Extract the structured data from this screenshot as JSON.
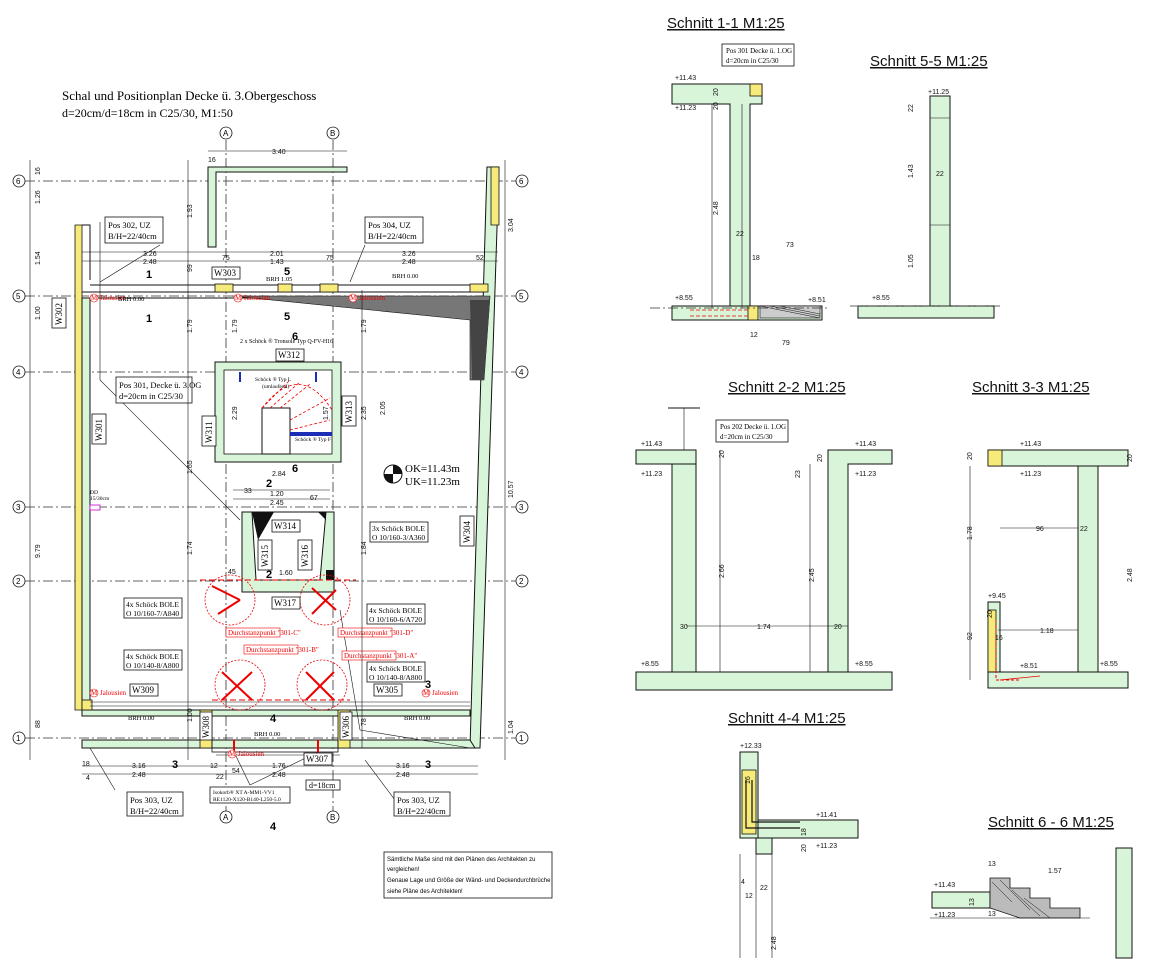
{
  "plan": {
    "title": "Schal und Positionplan Decke ü. 3.Obergeschoss",
    "subtitle": "d=20cm/d=18cm in C25/30, M1:50",
    "axes_letters": [
      "A",
      "B"
    ],
    "axes_numbers": [
      "6",
      "5",
      "4",
      "3",
      "2",
      "1"
    ],
    "walls": [
      "W302",
      "W301",
      "W303",
      "W312",
      "W311",
      "W313",
      "W314",
      "W315",
      "W316",
      "W317",
      "W304",
      "W309",
      "W305",
      "W308",
      "W306",
      "W307"
    ],
    "pos_labels": {
      "p302": "Pos 302, UZ",
      "p302b": "B/H=22/40cm",
      "p304": "Pos 304, UZ",
      "p304b": "B/H=22/40cm",
      "p301": "Pos 301, Decke ü. 3.OG",
      "p301b": "d=20cm in C25/30",
      "p303a": "Pos 303, UZ",
      "p303ab": "B/H=22/40cm",
      "p303b": "Pos 303, UZ",
      "p303bb": "B/H=22/40cm"
    },
    "heights": {
      "ok": "OK=11.43m",
      "uk": "UK=11.23m"
    },
    "schoeck": {
      "a": "3x Schöck BOLE",
      "ab": "O 10/160-3/A360",
      "b": "4x Schöck BOLE",
      "bb": "O 10/160-7/A840",
      "c": "4x Schöck BOLE",
      "cb": "O 10/160-6/A720",
      "d": "4x Schöck BOLE",
      "db": "O 10/140-8/A800",
      "e": "4x Schöck BOLE",
      "eb": "O 10/140-8/A800",
      "tronsole": "2 x Schöck ® Tronsole Typ Q-FV-H16",
      "typL": "Schöck ® Typ L",
      "typL2": "(umlaufend)",
      "typF": "Schöck ® Typ F",
      "isokorb1": "Isokorb® XT A-MM1-VV1",
      "isokorb2": "RE1120-X120-B140-L250-5.0"
    },
    "punch": [
      "Durchstanzpunkt \"301-C\"",
      "Durchstanzpunkt \"301-D\"",
      "Durchstanzpunkt \"301-B\"",
      "Durchstanzpunkt \"301-A\""
    ],
    "misc": {
      "jalousien": "Jalousien",
      "m": "M",
      "brh1": "BRH 0.00",
      "brh2": "BRH 1.05",
      "brh3": "BRH 0.00",
      "d18": "d=18cm",
      "dd": "DD",
      "dd2": "15/30cm"
    },
    "dims": {
      "d340": "3.40",
      "d201": "2.01",
      "d143": "1.43",
      "d326a": "3.26",
      "d248a": "2.48",
      "d326b": "3.26",
      "d248b": "2.48",
      "d75a": "75",
      "d75b": "75",
      "d52": "52",
      "d99": "99",
      "d193": "1.93",
      "d179a": "1.79",
      "d179b": "1.79",
      "d179c": "1.79",
      "d284": "2.84",
      "d120": "1.20",
      "d245": "2.45",
      "d33": "33",
      "d67": "67",
      "d229": "2.29",
      "d235": "2.35",
      "d205": "2.05",
      "d157": "1.57",
      "d174": "1.74",
      "d184": "1.84",
      "d165": "1.65",
      "d160": "1.60",
      "d316a": "3.16",
      "d316b": "3.16",
      "d248c": "2.48",
      "d248d": "2.48",
      "d248e": "2.48",
      "d176": "1.76",
      "d54": "54",
      "d12": "12",
      "d22": "22",
      "d18": "18",
      "d4": "4",
      "d16": "16",
      "d979": "9.79",
      "d1057": "10.57",
      "d304": "3.04",
      "d126": "1.26",
      "d154": "1.54",
      "d100a": "1.00",
      "d100b": "1.00",
      "d88": "88",
      "d104": "1.04",
      "d78": "78",
      "d45": "45"
    },
    "note": {
      "l1": "Sämtliche Maße sind mit den Plänen des Architekten zu",
      "l2": "vergleichen!",
      "l3": "Genaue Lage und Größe der Wänd- und Deckendurchbrüche",
      "l4": "siehe Pläne des Architekten!"
    }
  },
  "sections": {
    "s11": {
      "title": "Schnitt 1-1 M1:25",
      "pos": "Pos 301 Decke ü. 1.OG",
      "posb": "d=20cm in C25/30",
      "top": "+11.43",
      "top2": "+11.23",
      "bot": "+8.55",
      "bot2": "+8.51",
      "dims": {
        "a": "20",
        "b": "20",
        "c": "2.48",
        "d": "22",
        "e": "18",
        "f": "73",
        "g": "12",
        "h": "79"
      }
    },
    "s55": {
      "title": "Schnitt 5-5 M1:25",
      "top": "+11.25",
      "bot": "+8.55",
      "dims": {
        "a": "22",
        "b": "1.43",
        "c": "22",
        "d": "1.05"
      }
    },
    "s22": {
      "title": "Schnitt 2-2 M1:25",
      "pos": "Pos 202 Decke ü. 1.OG",
      "posb": "d=20cm in C25/30",
      "tl": "+11.43",
      "tl2": "+11.23",
      "tr": "+11.43",
      "tr2": "+11.23",
      "bl": "+8.55",
      "br": "+8.55",
      "dims": {
        "a": "20",
        "b": "20",
        "c": "23",
        "d": "2.66",
        "e": "2.45",
        "f": "30",
        "g": "1.74",
        "h": "20"
      }
    },
    "s33": {
      "title": "Schnitt 3-3 M1:25",
      "top": "+11.43",
      "top2": "+11.23",
      "mid": "+9.45",
      "bot": "+8.51",
      "bot2": "+8.55",
      "dims": {
        "a": "20",
        "b": "20",
        "c": "96",
        "d": "22",
        "e": "1.78",
        "f": "2.48",
        "g": "92",
        "h": "1.18",
        "i": "16",
        "j": "20"
      }
    },
    "s44": {
      "title": "Schnitt 4-4 M1:25",
      "top": "+12.33",
      "r1": "+11.41",
      "r2": "+11.23",
      "dims": {
        "a": "16",
        "b": "18",
        "c": "20",
        "d": "4",
        "e": "12",
        "f": "22",
        "g": "2.48"
      }
    },
    "s66": {
      "title": "Schnitt 6 - 6 M1:25",
      "l1": "+11.43",
      "l2": "+11.23",
      "dims": {
        "a": "13",
        "b": "1.57",
        "c": "13",
        "d": "13"
      }
    }
  }
}
